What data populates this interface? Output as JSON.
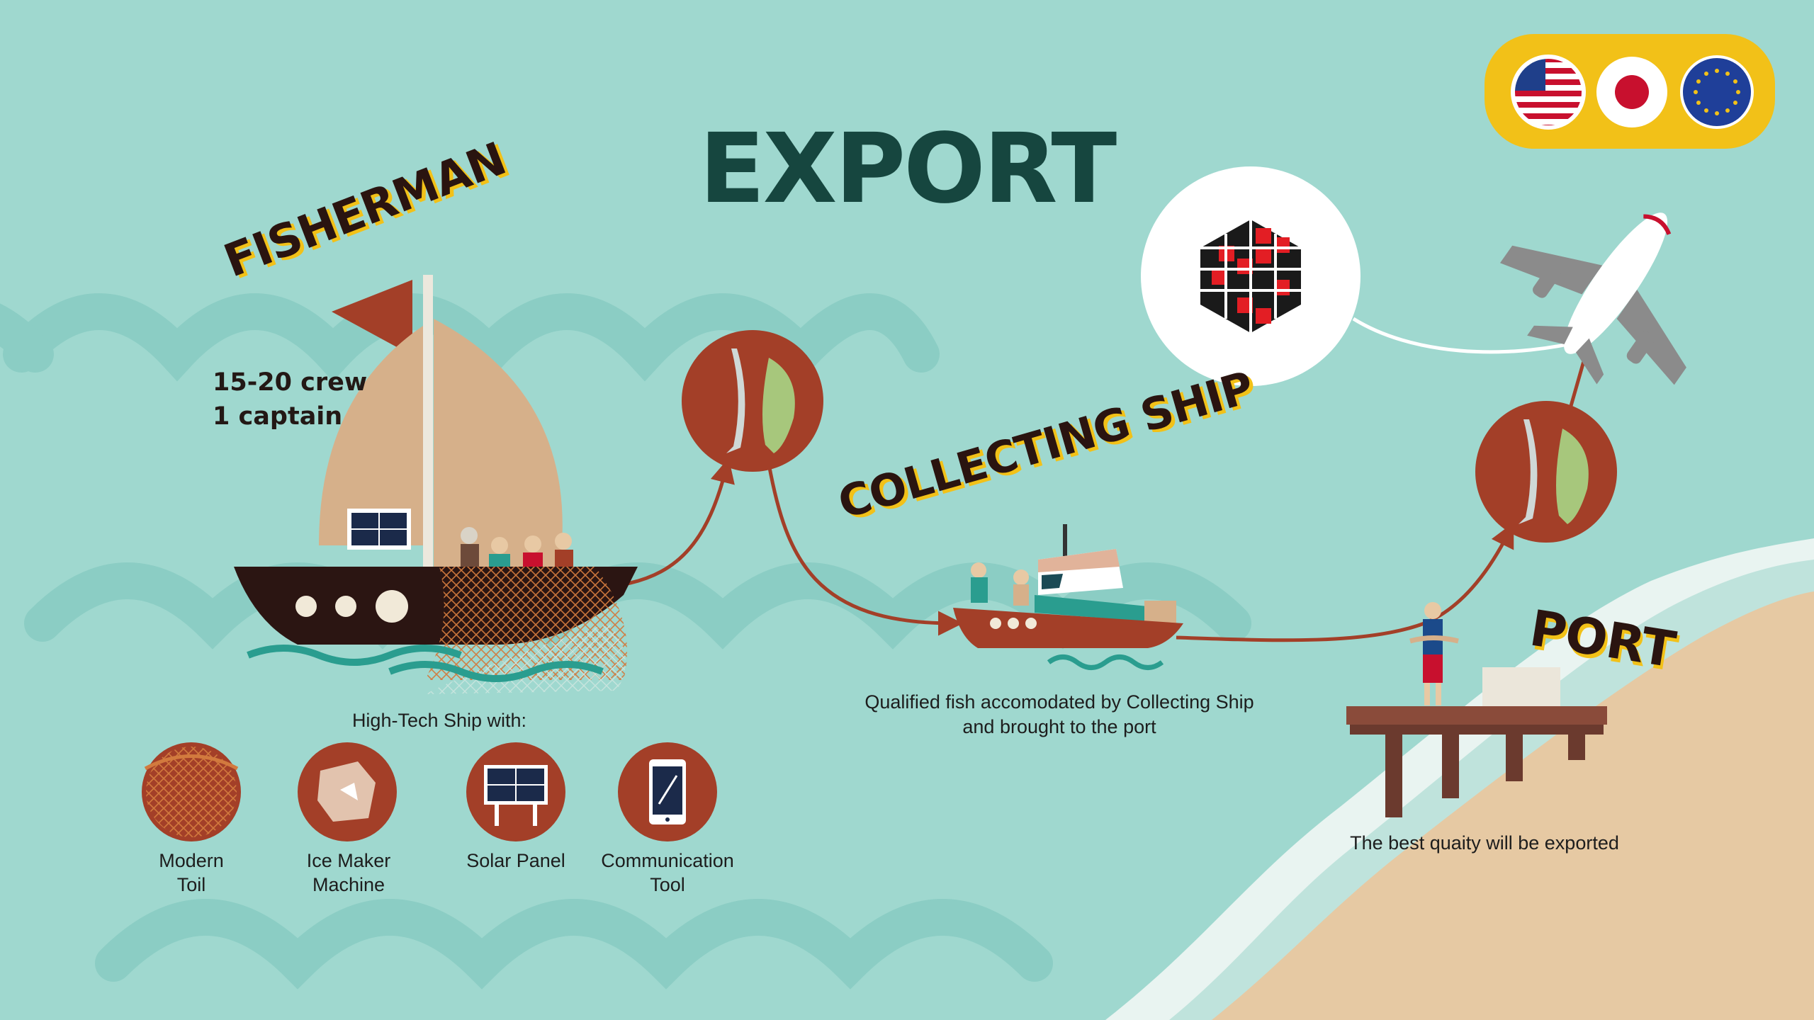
{
  "title": "EXPORT",
  "fisherman": {
    "heading": "FISHERMAN",
    "crew": "15-20 crew\n1 captain"
  },
  "tech": {
    "heading": "High-Tech Ship with:",
    "items": [
      {
        "label": "Modern\nToil",
        "icon": "fishing-net-icon"
      },
      {
        "label": "Ice Maker\nMachine",
        "icon": "ice-cube-icon"
      },
      {
        "label": "Solar Panel",
        "icon": "solar-panel-icon"
      },
      {
        "label": "Communication\nTool",
        "icon": "smartphone-icon"
      }
    ]
  },
  "collecting": {
    "heading": "COLLECTING SHIP",
    "caption": "Qualified fish accomodated by Collecting Ship\nand brought to the port"
  },
  "port": {
    "heading": "PORT",
    "caption": "The best quaity will be exported"
  },
  "flags": [
    "usa-flag-icon",
    "japan-flag-icon",
    "eu-flag-icon"
  ],
  "colors": {
    "sea": "#9fd8cf",
    "wave": "#8ccfc6",
    "rust": "#a33f28",
    "dark_green": "#16463f",
    "yellow": "#f2c118",
    "sand": "#e6c9a3",
    "hull": "#2b1512"
  }
}
